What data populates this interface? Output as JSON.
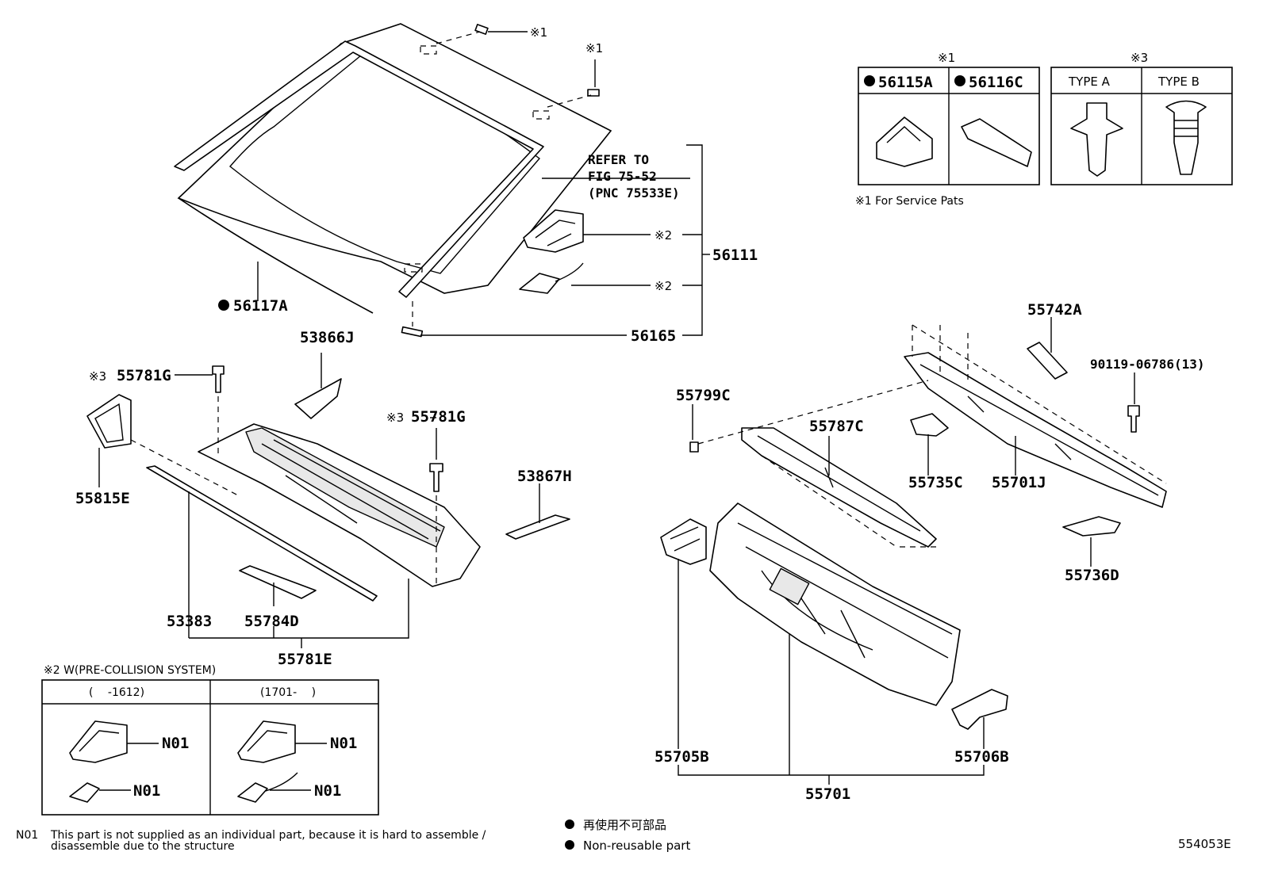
{
  "parts": {
    "p56117A": "56117A",
    "p56111": "56111",
    "p56165": "56165",
    "p53866J": "53866J",
    "p55781G_1": "55781G",
    "p55781G_2": "55781G",
    "p55815E": "55815E",
    "p53867H": "53867H",
    "p53383": "53383",
    "p55784D": "55784D",
    "p55781E": "55781E",
    "p55742A": "55742A",
    "p90119": "90119-06786(13)",
    "p55799C": "55799C",
    "p55787C": "55787C",
    "p55735C": "55735C",
    "p55701J": "55701J",
    "p55736D": "55736D",
    "p55705B": "55705B",
    "p55706B": "55706B",
    "p55701": "55701"
  },
  "refer": {
    "line1": "REFER TO",
    "line2": "FIG 75-52",
    "line3": "(PNC 75533E)"
  },
  "marks": {
    "m1a": "※1",
    "m1b": "※1",
    "m2a": "※2",
    "m2b": "※2",
    "m3a": "※3",
    "m3b": "※3"
  },
  "service_box": {
    "header_mark": "※1",
    "col1": "56115A",
    "col2": "56116C",
    "note": "※1 For Service Pats"
  },
  "type_box": {
    "header_mark": "※3",
    "col1": "TYPE A",
    "col2": "TYPE B"
  },
  "pcs_box": {
    "title": "※2 W(PRE-COLLISION SYSTEM)",
    "col1": "(　 -1612)",
    "col2": "(1701-　 )",
    "n1": "N01",
    "n2": "N01",
    "n3": "N01",
    "n4": "N01"
  },
  "footnote": {
    "code": "N01",
    "line1": "This part is not supplied as an individual part, because it is hard to assemble /",
    "line2": "disassemble due to the structure"
  },
  "legend": {
    "jp": "再使用不可部品",
    "en": "Non-reusable part"
  },
  "figure_id": "554053E"
}
